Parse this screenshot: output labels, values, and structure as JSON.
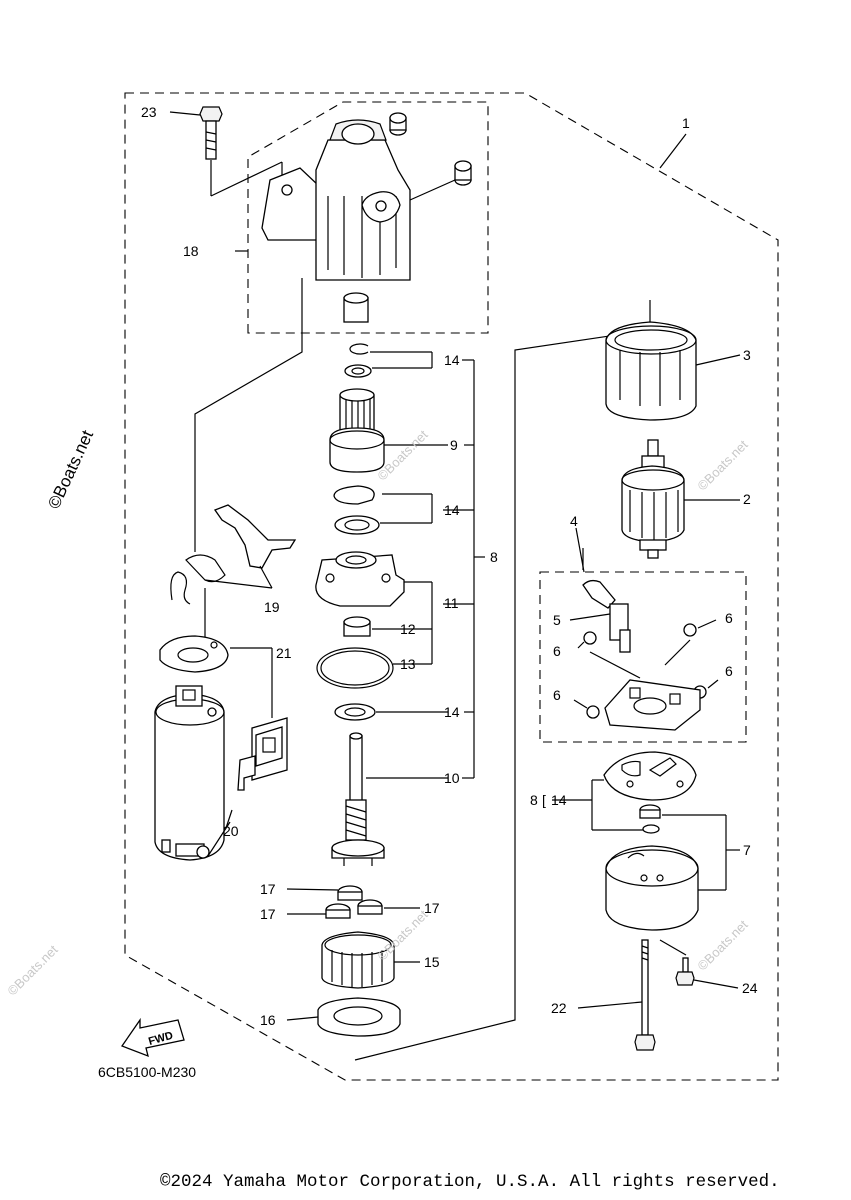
{
  "diagram": {
    "diagram_code": "6CB5100-M230",
    "watermark": "©Boats.net",
    "fwd_label": "FWD",
    "callouts": {
      "c1": "1",
      "c2": "2",
      "c3": "3",
      "c4": "4",
      "c5": "5",
      "c6a": "6",
      "c6b": "6",
      "c6c": "6",
      "c6d": "6",
      "c7": "7",
      "c8a": "8",
      "c8b": "8",
      "c9": "9",
      "c10": "10",
      "c11": "11",
      "c12": "12",
      "c13": "13",
      "c14a": "14",
      "c14b": "14",
      "c14c": "14",
      "c14d": "14",
      "c15": "15",
      "c16": "16",
      "c17a": "17",
      "c17b": "17",
      "c17c": "17",
      "c18": "18",
      "c19": "19",
      "c20": "20",
      "c21": "21",
      "c22": "22",
      "c23": "23",
      "c24": "24"
    }
  },
  "footer": {
    "copyright": "©2024 Yamaha Motor Corporation, U.S.A. All rights reserved."
  }
}
